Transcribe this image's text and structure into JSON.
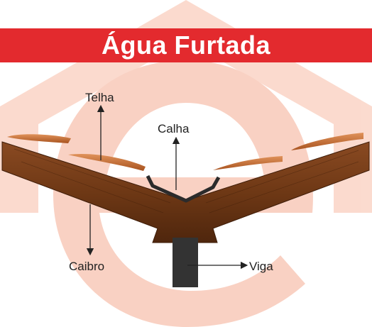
{
  "title": "Água Furtada",
  "labels": {
    "telha": "Telha",
    "calha": "Calha",
    "caibro": "Caibro",
    "viga": "Viga"
  },
  "colors": {
    "banner": "#e32a2e",
    "watermark": "#f9cfc0",
    "wood_light": "#8a4a22",
    "wood_dark": "#4f260d",
    "tile_light": "#e0925a",
    "tile_dark": "#a8531f",
    "beam": "#333333",
    "gutter": "#2b2b2b"
  },
  "icons": [
    "logo-watermark-icon",
    "arrow-icon"
  ]
}
